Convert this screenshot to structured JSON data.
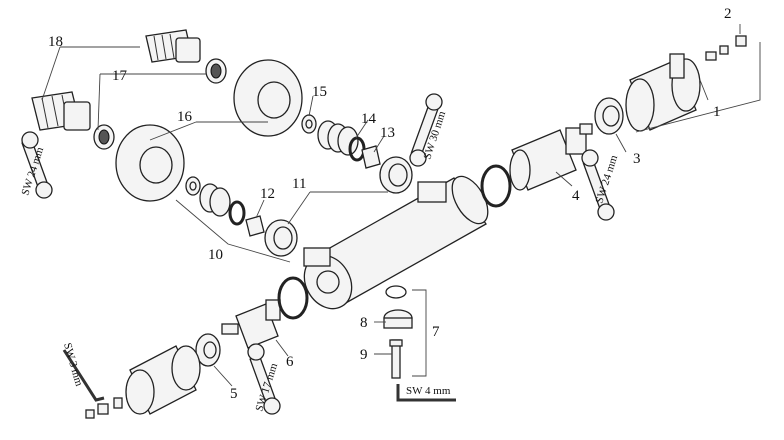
{
  "callouts": {
    "c1": "1",
    "c2": "2",
    "c3": "3",
    "c4": "4",
    "c5": "5",
    "c6": "6",
    "c7": "7",
    "c8": "8",
    "c9": "9",
    "c10": "10",
    "c11": "11",
    "c12": "12",
    "c13": "13",
    "c14": "14",
    "c15": "15",
    "c16": "16",
    "c17": "17",
    "c18": "18"
  },
  "wrench_labels": {
    "sw24_left": "SW 24 mm",
    "sw30": "SW 30 mm",
    "sw24_right": "SW 24 mm",
    "sw17": "SW 17 mm",
    "sw3": "SW 3 mm",
    "sw4": "SW 4 mm"
  }
}
